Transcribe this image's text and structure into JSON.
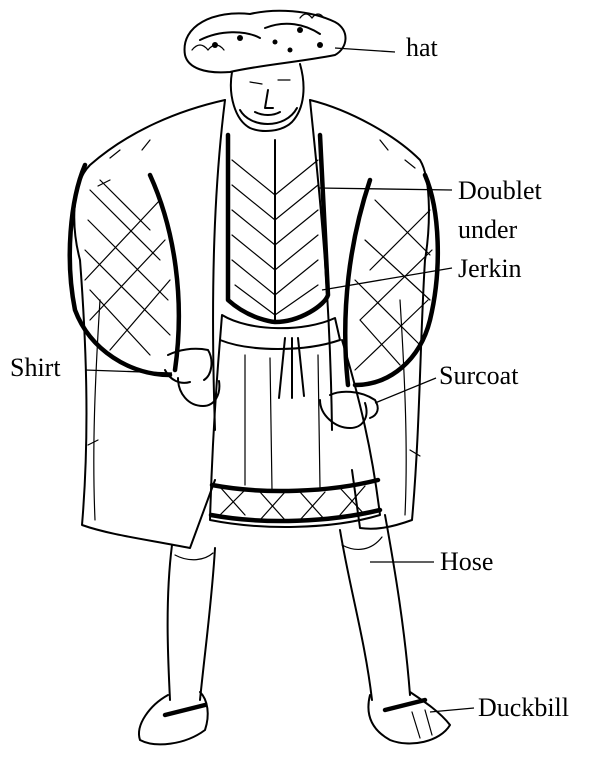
{
  "labels": {
    "hat": "hat",
    "doublet_line1": "Doublet",
    "doublet_line2": "under",
    "doublet_line3": "Jerkin",
    "shirt": "Shirt",
    "surcoat": "Surcoat",
    "hose": "Hose",
    "duckbill": "Duckbill"
  }
}
